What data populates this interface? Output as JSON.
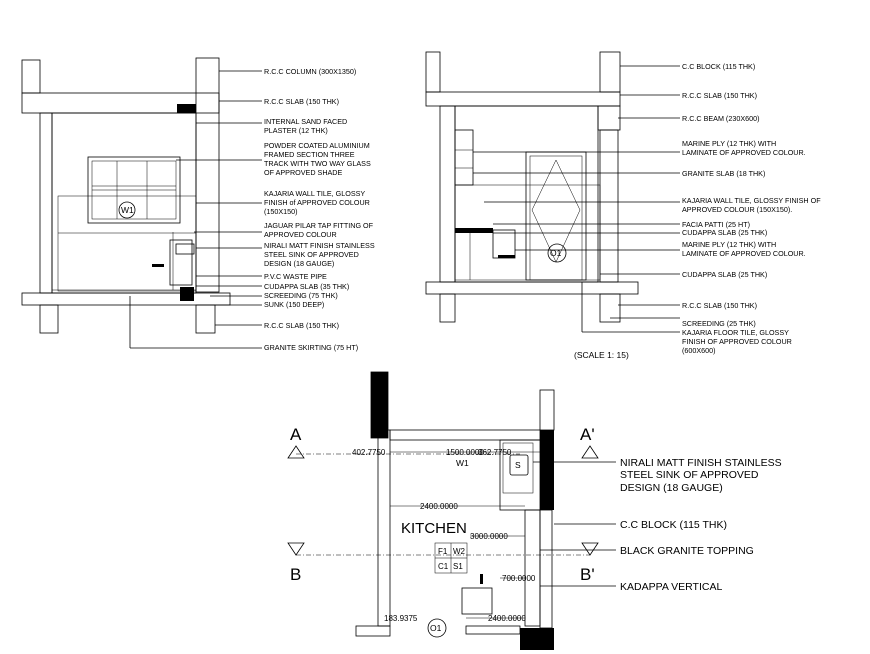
{
  "left_section": {
    "labels": [
      "R.C.C COLUMN (300X1350)",
      "R.C.C SLAB (150 THK)",
      "INTERNAL SAND FACED",
      "PLASTER (12 THK)",
      "POWDER COATED ALUMINIUM",
      "FRAMED SECTION THREE",
      "TRACK WITH TWO WAY GLASS",
      "OF APPROVED SHADE",
      "KAJARIA WALL TILE, GLOSSY",
      "FINISH of APPROVED COLOUR",
      "(150X150)",
      "JAGUAR PILAR TAP FITTING OF",
      "APPROVED COLOUR",
      "NIRALI MATT FINISH STAINLESS",
      "STEEL SINK OF APPROVED",
      "DESIGN (18 GAUGE)",
      "P.V.C WASTE PIPE",
      "CUDAPPA SLAB (35 THK)",
      "SCREEDING (75 THK)",
      "SUNK (150 DEEP)",
      "R.C.C SLAB (150 THK)",
      "GRANITE SKIRTING (75 HT)"
    ],
    "window_tag": "W1"
  },
  "right_section": {
    "labels": [
      "C.C BLOCK (115 THK)",
      "R.C.C SLAB (150 THK)",
      "R.C.C BEAM (230X600)",
      "MARINE PLY (12 THK) WITH",
      "LAMINATE OF APPROVED COLOUR.",
      "GRANITE SLAB (18 THK)",
      "KAJARIA WALL TILE, GLOSSY FINISH  OF",
      "APPROVED COLOUR (150X150).",
      "FACIA PATTI (25 HT)",
      "CUDAPPA SLAB (25 THK)",
      "MARINE PLY (12 THK) WITH",
      "LAMINATE OF APPROVED COLOUR.",
      "CUDAPPA SLAB (25 THK)",
      "R.C.C SLAB (150 THK)",
      "SCREEDING (25 THK)",
      "KAJARIA FLOOR TILE, GLOSSY",
      "FINISH  OF APPROVED COLOUR",
      "(600X600)"
    ],
    "door_tag": "O1",
    "scale": "(SCALE 1: 15)"
  },
  "plan": {
    "room_name": "KITCHEN",
    "section_marks": [
      "A",
      "A'",
      "B",
      "B'"
    ],
    "dims": [
      "402.7750",
      "1500.0000",
      "362.7750",
      "2400.0000",
      "3000.0000",
      "700.0000",
      "2400.0000",
      "183.9375"
    ],
    "tags": [
      "W1",
      "S",
      "F1",
      "W2",
      "C1",
      "S1",
      "O1"
    ],
    "labels": [
      "NIRALI MATT FINISH STAINLESS",
      "STEEL SINK OF APPROVED",
      "DESIGN  (18 GAUGE)",
      "C.C BLOCK (115 THK)",
      "BLACK GRANITE TOPPING",
      "KADAPPA VERTICAL"
    ]
  }
}
